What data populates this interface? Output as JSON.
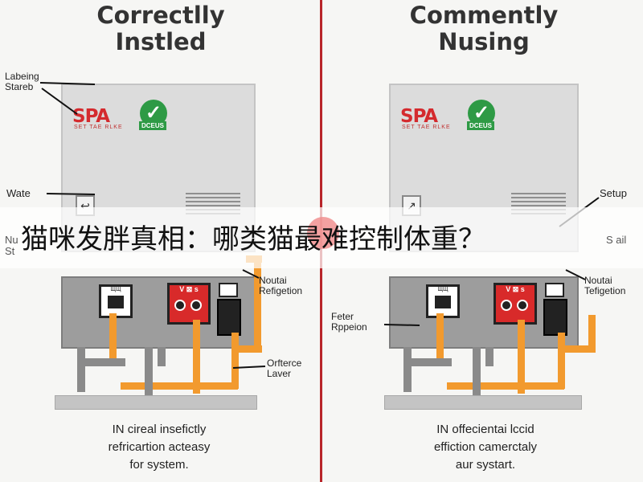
{
  "left": {
    "title_line1": "Correctlly",
    "title_line2": "Instled",
    "logo": "SPA",
    "logo_sub": "SET TAE RLKE",
    "check_label": "DCEUS",
    "gauge_glyph": "↩",
    "callouts": {
      "labeling_line1": "Labeing",
      "labeling_line2": "Stareb",
      "water": "Wate",
      "left_partial_1": "Nu",
      "left_partial_2": "St",
      "notai_line1": "Noutai",
      "notai_line2": "Refigetion",
      "offerce_line1": "Orfterce",
      "offerce_line2": "Laver"
    },
    "device_labels": {
      "white": "ЩЩ",
      "red": "V ⊠ s"
    },
    "caption_line1": "IN cireal insefictly",
    "caption_line2": "refricartion acteasy",
    "caption_line3": "for system."
  },
  "right": {
    "title_line1": "Commently",
    "title_line2": "Nusing",
    "logo": "SPA",
    "logo_sub": "SET TAE RLKE",
    "check_label": "DCEUS",
    "gauge_glyph": "↗",
    "callouts": {
      "setup": "Setup",
      "sail": "S ail",
      "notai_line1": "Noutai",
      "notai_line2": "Tefigetion",
      "feter_line1": "Feter",
      "feter_line2": "Rppeion"
    },
    "device_labels": {
      "white": "ЩЩ",
      "red": "V ⊠ s"
    },
    "caption_line1": "IN offecientai lccid",
    "caption_line2": "effiction camerctaly",
    "caption_line3": "aur systart."
  },
  "overlay": {
    "headline": "猫咪发胖真相：哪类猫最难控制体重？"
  },
  "colors": {
    "divider": "#b8252a",
    "pipe_orange": "#f29a2e",
    "logo_red": "#d42a2e",
    "check_green": "#2e9a45"
  }
}
